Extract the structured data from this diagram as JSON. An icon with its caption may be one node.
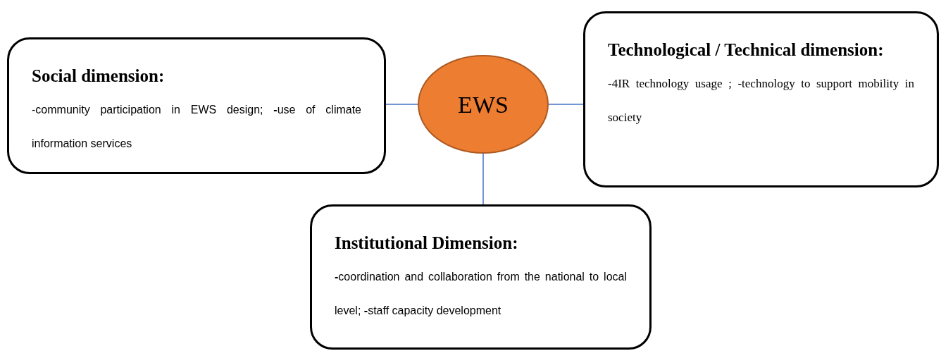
{
  "diagram": {
    "nodes": [
      {
        "text": [
          "Social dimension:",
          "-community participation in EWS design; **-**use of climate information services"
        ]
      },
      {
        "text": [
          "EWS"
        ]
      },
      {
        "text": [
          "Technological / Technical dimension:",
          "-4IR technology usage ; -technology to support mobility in society"
        ]
      },
      {
        "text": [
          "Institutional Dimension:",
          "**-**coordination and collaboration from the national to local level; **-**staff capacity development"
        ]
      }
    ],
    "edges": [
      {
        "from": 1,
        "to": 0,
        "arrow": "none"
      },
      {
        "from": 1,
        "to": 2,
        "arrow": "none"
      },
      {
        "from": 1,
        "to": 3,
        "arrow": "none"
      }
    ]
  }
}
